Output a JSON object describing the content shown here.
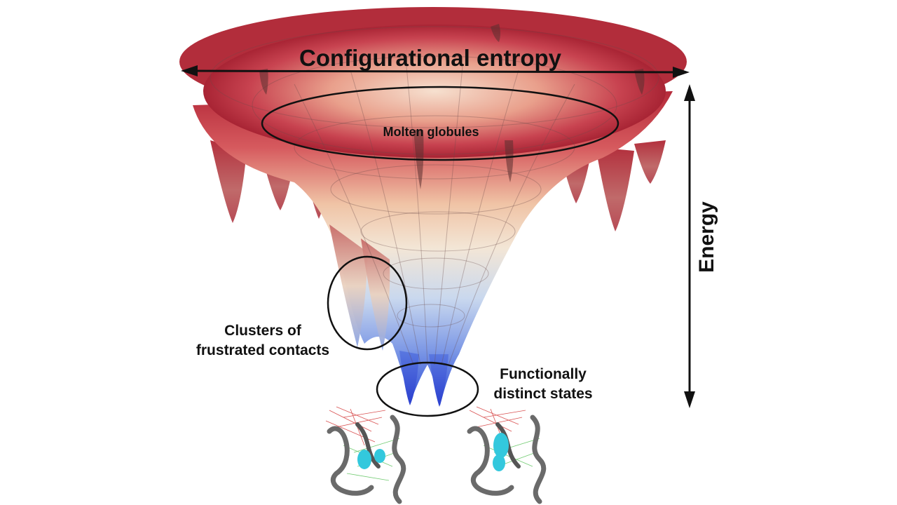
{
  "diagram": {
    "labels": {
      "entropy": "Configurational entropy",
      "energy": "Energy",
      "molten": "Molten globules",
      "clusters_line1": "Clusters of",
      "clusters_line2": "frustrated contacts",
      "functional_line1": "Functionally",
      "functional_line2": "distinct states"
    },
    "colors": {
      "rim": "#b8323f",
      "rim_dark": "#8c1e2a",
      "mid": "#f2dcc6",
      "bottom": "#2f4fd6",
      "protein_gray": "#6a6a6a",
      "protein_cyan": "#33c8dd",
      "contact_red": "#d02828",
      "contact_green": "#4fbf4f"
    }
  }
}
